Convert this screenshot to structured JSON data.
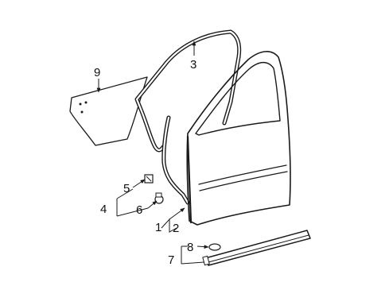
{
  "callouts": [
    "1",
    "2",
    "3",
    "4",
    "5",
    "6",
    "7",
    "8",
    "9"
  ],
  "colors": {
    "line": "#1a1a1a",
    "fill": "#ffffff",
    "text": "#111111"
  }
}
